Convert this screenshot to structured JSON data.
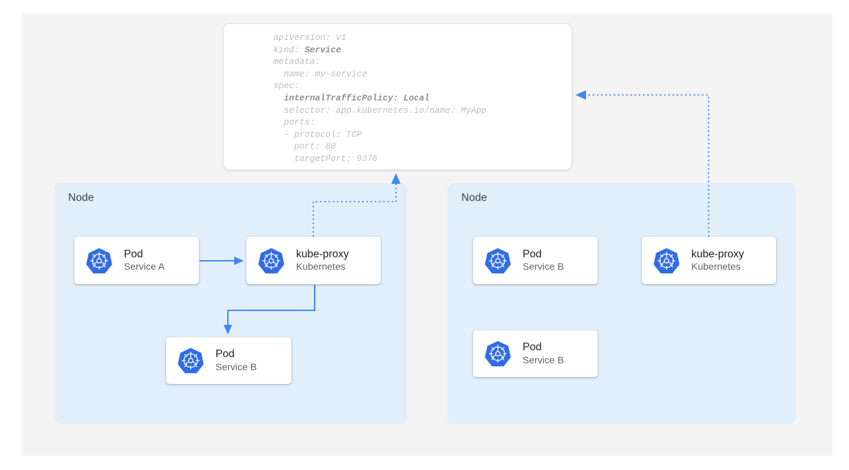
{
  "canvas": {
    "background": "#f4f4f5",
    "page_background": "#ffffff"
  },
  "colors": {
    "accent_blue": "#4285f4",
    "k8s_blue": "#326ce5",
    "node_panel": "#e1effb",
    "card_white": "#ffffff",
    "title_text": "#202124",
    "subtitle_text": "#5f6368",
    "yaml_text": "#bdbec1",
    "yaml_bold_text": "#8e9094"
  },
  "yaml_card": {
    "name": "service-manifest",
    "lines": [
      {
        "text": "apiVersion: v1",
        "bold": false
      },
      {
        "text": "kind: Service",
        "bold": false,
        "bold_segment": "Service"
      },
      {
        "text": "metadata:",
        "bold": false
      },
      {
        "text": "  name: my-service",
        "bold": false
      },
      {
        "text": "spec:",
        "bold": false
      },
      {
        "text": "  internalTrafficPolicy: Local",
        "bold": true
      },
      {
        "text": "  selector: app.kubernetes.io/name: MyApp",
        "bold": false
      },
      {
        "text": "  ports:",
        "bold": false
      },
      {
        "text": "  - protocol: TCP",
        "bold": false
      },
      {
        "text": "    port: 80",
        "bold": false
      },
      {
        "text": "    targetPort: 9376",
        "bold": false
      }
    ]
  },
  "nodes": [
    {
      "id": "node-left",
      "label": "Node",
      "entities": [
        {
          "id": "pod-a",
          "icon": "kubernetes-logo-icon",
          "title": "Pod",
          "subtitle": "Service A"
        },
        {
          "id": "kube-proxy-a",
          "icon": "kubernetes-logo-icon",
          "title": "kube-proxy",
          "subtitle": "Kubernetes"
        },
        {
          "id": "pod-b-left",
          "icon": "kubernetes-logo-icon",
          "title": "Pod",
          "subtitle": "Service B"
        }
      ]
    },
    {
      "id": "node-right",
      "label": "Node",
      "entities": [
        {
          "id": "pod-b-right-1",
          "icon": "kubernetes-logo-icon",
          "title": "Pod",
          "subtitle": "Service B"
        },
        {
          "id": "kube-proxy-b",
          "icon": "kubernetes-logo-icon",
          "title": "kube-proxy",
          "subtitle": "Kubernetes"
        },
        {
          "id": "pod-b-right-2",
          "icon": "kubernetes-logo-icon",
          "title": "Pod",
          "subtitle": "Service B"
        }
      ]
    }
  ],
  "connectors": [
    {
      "id": "pod-a-to-kube-proxy-a",
      "style": "solid",
      "label": ""
    },
    {
      "id": "kube-proxy-a-to-pod-b-left",
      "style": "solid",
      "label": ""
    },
    {
      "id": "kube-proxy-a-to-manifest",
      "style": "dotted",
      "label": ""
    },
    {
      "id": "kube-proxy-b-to-manifest",
      "style": "dotted",
      "label": ""
    }
  ]
}
